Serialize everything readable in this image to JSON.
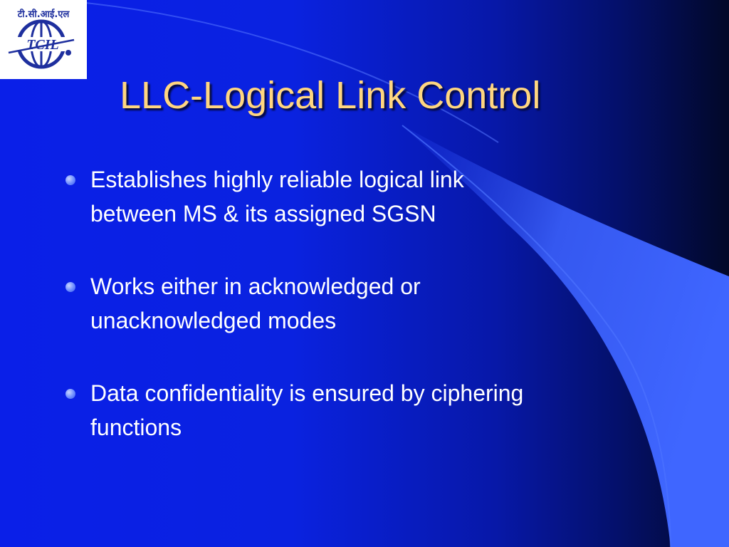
{
  "slide": {
    "title": "LLC-Logical Link Control",
    "bullets": [
      {
        "lines": [
          "Establishes highly reliable logical link",
          "between MS & its assigned SGSN"
        ]
      },
      {
        "lines": [
          "Works either in acknowledged or",
          "unacknowledged modes"
        ]
      },
      {
        "lines": [
          "Data confidentiality is ensured by ciphering",
          "functions"
        ]
      }
    ]
  },
  "logo": {
    "text": "TCIL",
    "devanagari": "टी.सी.आई.एल",
    "icon": "globe-logo-icon"
  },
  "colors": {
    "background": "#0a1fe8",
    "title": "#ffd680",
    "body_text": "#ffffff",
    "accent_swoosh": "#3f63f5",
    "logo_blue": "#1e2f9e"
  }
}
